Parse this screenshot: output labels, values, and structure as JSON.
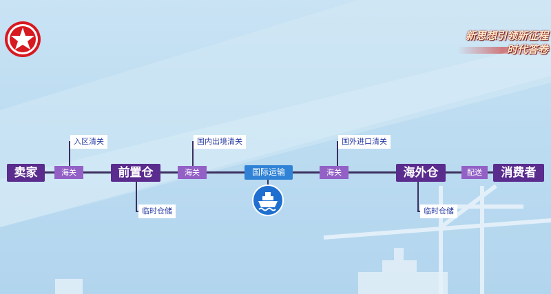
{
  "slogan": {
    "line1": "新思想引领新征程",
    "line2": "时代答卷"
  },
  "icons": {
    "logo": "dragon-tv-star-logo-icon",
    "ship": "ship-icon",
    "port_crane": "port-crane-icon",
    "cargo_ship": "cargo-ship-icon"
  },
  "colors": {
    "node_primary": "#5a2c8e",
    "node_customs": "#9361c6",
    "node_transport": "#2f82d6",
    "callout_text": "#2a3da5",
    "line": "#3a2f5e",
    "logo_red": "#d71920"
  },
  "diagram": {
    "nodes": {
      "seller": "卖家",
      "customs1": "海关",
      "bonded": "前置仓",
      "customs2": "海关",
      "transport": "国际运输",
      "customs3": "海关",
      "overseas": "海外仓",
      "delivery": "配送",
      "consumer": "消费者"
    },
    "callouts": {
      "entry_clearance": "入区清关",
      "temp_storage_1": "临时仓储",
      "domestic_exit_clearance": "国内出境清关",
      "foreign_import_clearance": "国外进口清关",
      "temp_storage_2": "临时仓储"
    }
  }
}
